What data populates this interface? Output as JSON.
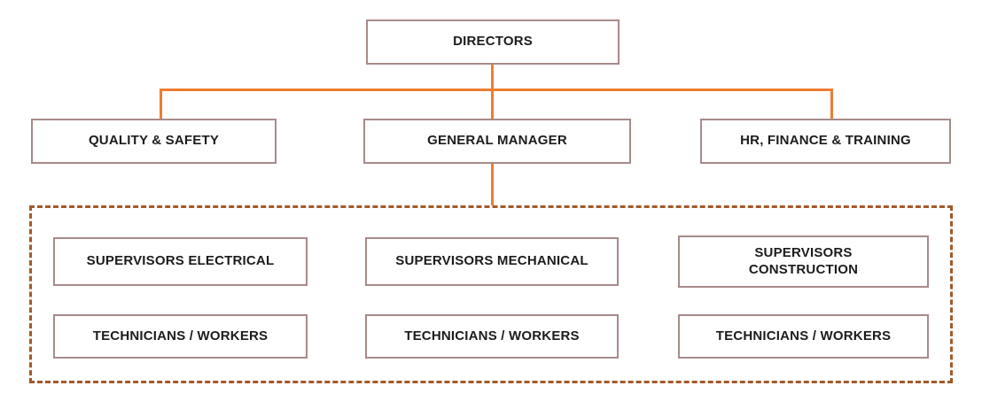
{
  "nodes": {
    "directors": {
      "label": "DIRECTORS"
    },
    "level2": [
      {
        "label": "QUALITY & SAFETY"
      },
      {
        "label": "GENERAL MANAGER"
      },
      {
        "label": "HR, FINANCE & TRAINING"
      }
    ],
    "supervisors": [
      {
        "label": "SUPERVISORS ELECTRICAL"
      },
      {
        "label": "SUPERVISORS MECHANICAL"
      },
      {
        "label": "SUPERVISORS CONSTRUCTION"
      }
    ],
    "technicians": [
      {
        "label": "TECHNICIANS / WORKERS"
      },
      {
        "label": "TECHNICIANS / WORKERS"
      },
      {
        "label": "TECHNICIANS / WORKERS"
      }
    ]
  },
  "colors": {
    "box_border": "#a78a8a",
    "connector": "#ED7D31",
    "dashed_border": "#a4592a",
    "text": "#1c1c1c",
    "bg": "#ffffff"
  }
}
